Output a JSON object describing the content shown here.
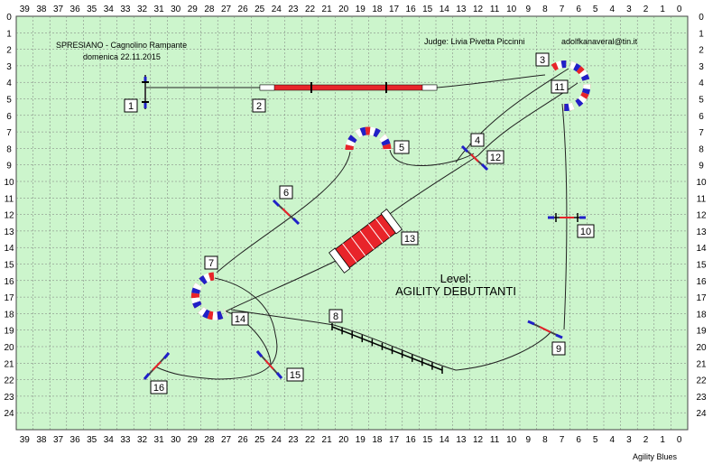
{
  "header": {
    "event": "SPRESIANO - Cagnolino Rampante",
    "date": "domenica 22.11.2015",
    "judge": "Judge: Livia Pivetta Piccinni",
    "email": "adolfkanaveral@tin.it"
  },
  "level": {
    "label": "Level:",
    "value": "AGILITY DEBUTTANTI"
  },
  "footer": {
    "credit": "Agility Blues"
  },
  "axes": {
    "x_ticks": [
      "39",
      "38",
      "37",
      "36",
      "35",
      "34",
      "33",
      "32",
      "31",
      "30",
      "29",
      "28",
      "27",
      "26",
      "25",
      "24",
      "23",
      "22",
      "21",
      "20",
      "19",
      "18",
      "17",
      "16",
      "15",
      "14",
      "13",
      "12",
      "11",
      "10",
      "9",
      "8",
      "7",
      "6",
      "5",
      "4",
      "3",
      "2",
      "1",
      "0"
    ],
    "y_ticks": [
      "0",
      "1",
      "2",
      "3",
      "4",
      "5",
      "6",
      "7",
      "8",
      "9",
      "10",
      "11",
      "12",
      "13",
      "14",
      "15",
      "16",
      "17",
      "18",
      "19",
      "20",
      "21",
      "22",
      "23",
      "24"
    ]
  },
  "obstacles": [
    {
      "number": "1",
      "type": "jump"
    },
    {
      "number": "2",
      "type": "dogwalk"
    },
    {
      "number": "3",
      "type": "tire-arc"
    },
    {
      "number": "4",
      "type": "jump"
    },
    {
      "number": "5",
      "type": "tire-arc"
    },
    {
      "number": "6",
      "type": "jump"
    },
    {
      "number": "7",
      "type": "tire-arc"
    },
    {
      "number": "8",
      "type": "weave"
    },
    {
      "number": "9",
      "type": "jump"
    },
    {
      "number": "10",
      "type": "jump"
    },
    {
      "number": "11",
      "type": "tire-arc"
    },
    {
      "number": "12",
      "type": "jump"
    },
    {
      "number": "13",
      "type": "tunnel"
    },
    {
      "number": "14",
      "type": "tire-arc"
    },
    {
      "number": "15",
      "type": "jump"
    },
    {
      "number": "16",
      "type": "jump"
    }
  ],
  "colors": {
    "field": "#ccf5cc",
    "grid": "#7a7a7a",
    "red": "#e8242a",
    "blue": "#2020c8",
    "white": "#ffffff"
  }
}
